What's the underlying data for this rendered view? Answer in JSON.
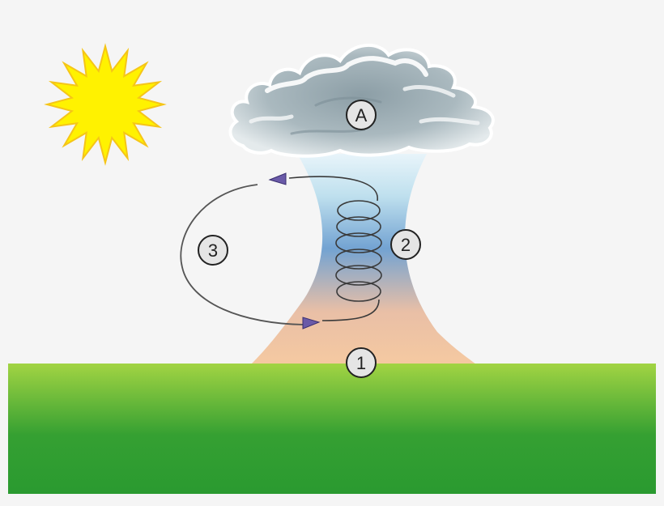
{
  "labels": {
    "cloud": "A",
    "ground": "1",
    "column": "2",
    "circulation": "3"
  },
  "colors": {
    "sky": "#f5f5f5",
    "sun": "#fff200",
    "sun_outline": "#f5c518",
    "ground_top": "#9cd23f",
    "ground_bottom": "#2b9a30",
    "column_warm": "#f2c4a0",
    "column_cool": "#6fa0d4",
    "arrow": "#6a5aa8",
    "marker_fill": "#e5e5e5"
  }
}
